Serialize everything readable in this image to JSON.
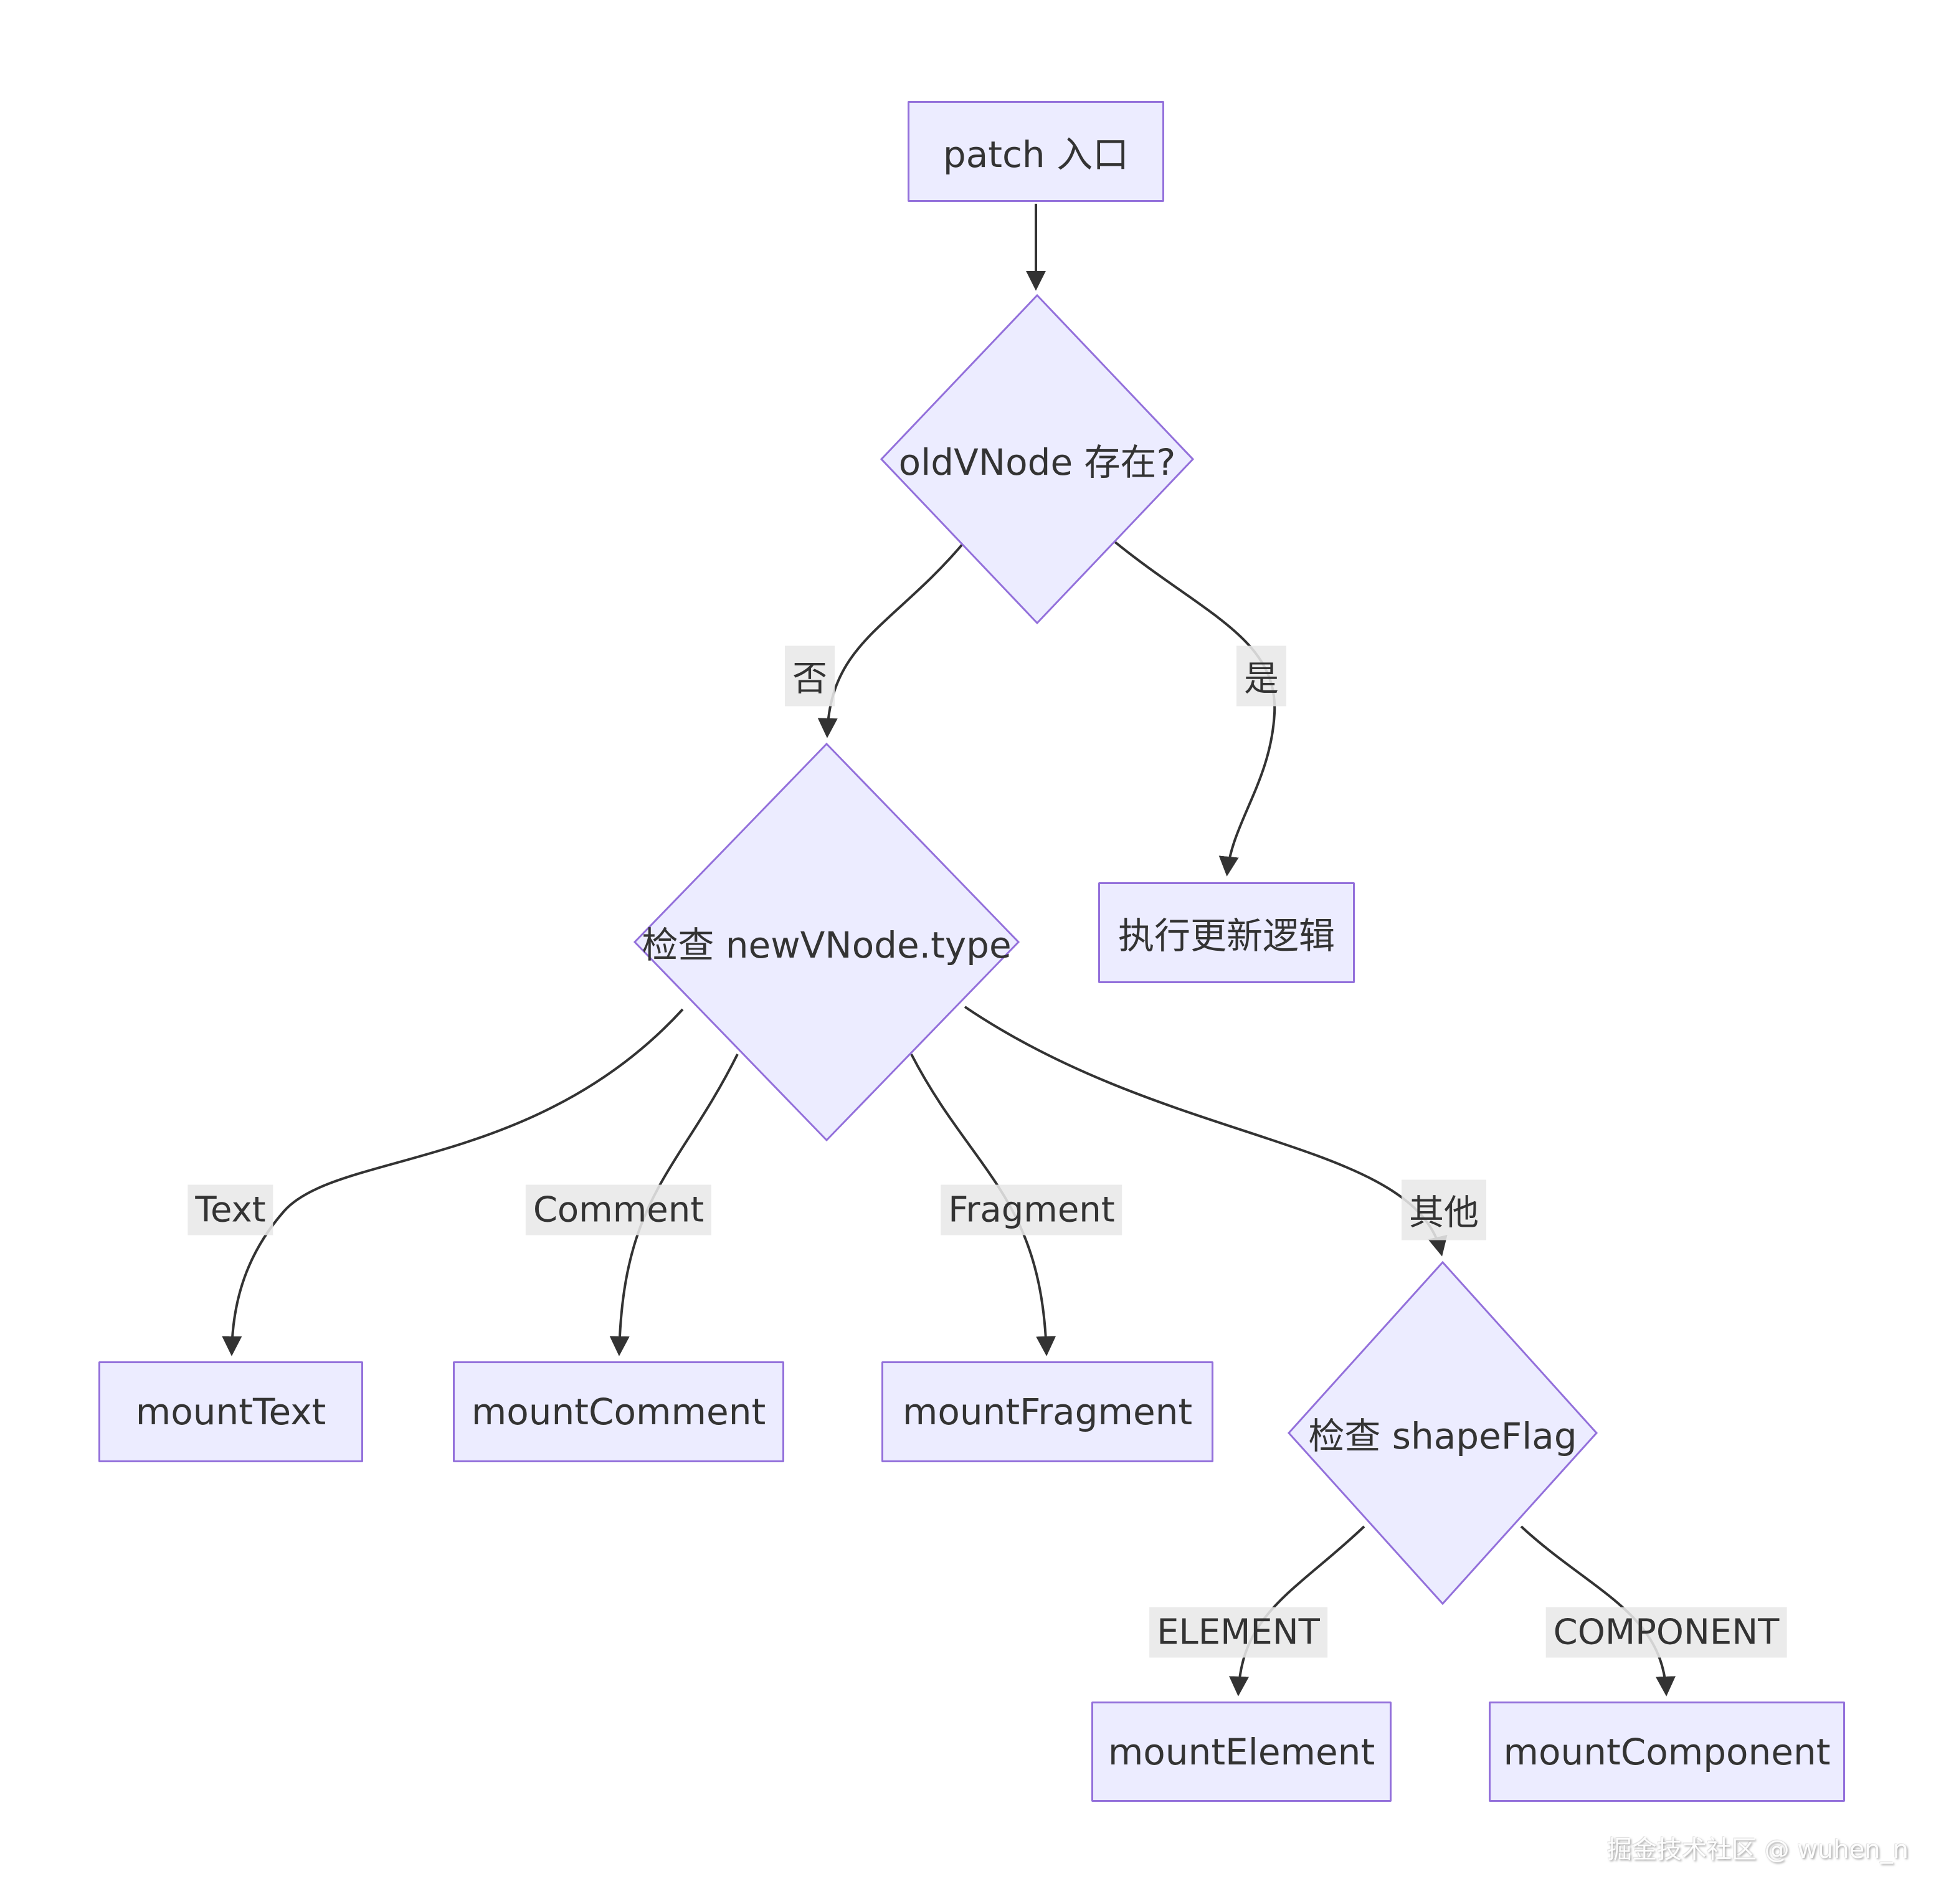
{
  "diagram": {
    "type": "flowchart",
    "direction": "top-down",
    "colors": {
      "node_fill": "#ECECFF",
      "node_border": "#9370DB",
      "edge": "#333333",
      "label_bg": "#e8e8e8",
      "text": "#333333"
    },
    "nodes": {
      "patch": "patch 入口",
      "old_vnode_exists": "oldVNode 存在?",
      "update_logic": "执行更新逻辑",
      "check_new_vnode_type": "检查 newVNode.type",
      "mount_text": "mountText",
      "mount_comment": "mountComment",
      "mount_fragment": "mountFragment",
      "check_shape_flag": "检查 shapeFlag",
      "mount_element": "mountElement",
      "mount_component": "mountComponent"
    },
    "edge_labels": {
      "no": "否",
      "yes": "是",
      "text": "Text",
      "comment": "Comment",
      "fragment": "Fragment",
      "other": "其他",
      "element": "ELEMENT",
      "component": "COMPONENT"
    },
    "edges": [
      {
        "from": "patch",
        "to": "old_vnode_exists",
        "label": ""
      },
      {
        "from": "old_vnode_exists",
        "to": "check_new_vnode_type",
        "label": "否"
      },
      {
        "from": "old_vnode_exists",
        "to": "update_logic",
        "label": "是"
      },
      {
        "from": "check_new_vnode_type",
        "to": "mount_text",
        "label": "Text"
      },
      {
        "from": "check_new_vnode_type",
        "to": "mount_comment",
        "label": "Comment"
      },
      {
        "from": "check_new_vnode_type",
        "to": "mount_fragment",
        "label": "Fragment"
      },
      {
        "from": "check_new_vnode_type",
        "to": "check_shape_flag",
        "label": "其他"
      },
      {
        "from": "check_shape_flag",
        "to": "mount_element",
        "label": "ELEMENT"
      },
      {
        "from": "check_shape_flag",
        "to": "mount_component",
        "label": "COMPONENT"
      }
    ],
    "watermark": "掘金技术社区 @ wuhen_n"
  }
}
